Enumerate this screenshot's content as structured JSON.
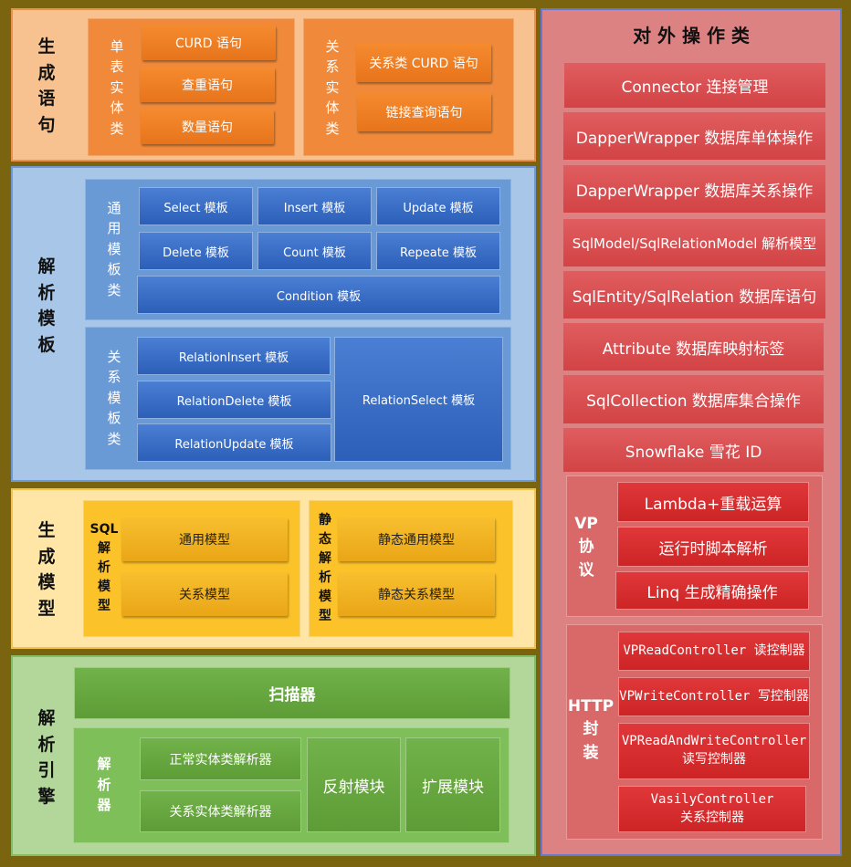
{
  "sections": {
    "generate_statement": {
      "title": [
        "生",
        "成",
        "语",
        "句"
      ],
      "single_entity": {
        "label": [
          "单",
          "表",
          "实",
          "体",
          "类"
        ],
        "buttons": [
          "CURD 语句",
          "查重语句",
          "数量语句"
        ]
      },
      "relation_entity": {
        "label": [
          "关",
          "系",
          "实",
          "体",
          "类"
        ],
        "buttons": [
          "关系类 CURD 语句",
          "链接查询语句"
        ]
      }
    },
    "parse_template": {
      "title": [
        "解",
        "析",
        "模",
        "板"
      ],
      "common": {
        "label": [
          "通",
          "用",
          "模",
          "板",
          "类"
        ],
        "buttons": [
          "Select 模板",
          "Insert 模板",
          "Update 模板",
          "Delete 模板",
          "Count 模板",
          "Repeate 模板",
          "Condition 模板"
        ]
      },
      "relation": {
        "label": [
          "关",
          "系",
          "模",
          "板",
          "类"
        ],
        "buttons": [
          "RelationInsert 模板",
          "RelationDelete 模板",
          "RelationUpdate 模板",
          "RelationSelect 模板"
        ]
      }
    },
    "generate_model": {
      "title": [
        "生",
        "成",
        "模",
        "型"
      ],
      "sql": {
        "label": [
          "SQL",
          "解",
          "析",
          "模",
          "型"
        ],
        "buttons": [
          "通用模型",
          "关系模型"
        ]
      },
      "static": {
        "label": [
          "静",
          "态",
          "解",
          "析",
          "模",
          "型"
        ],
        "buttons": [
          "静态通用模型",
          "静态关系模型"
        ]
      }
    },
    "parse_engine": {
      "title": [
        "解",
        "析",
        "引",
        "擎"
      ],
      "scanner": "扫描器",
      "parser": {
        "label": [
          "解",
          "析",
          "器"
        ],
        "buttons": [
          "正常实体类解析器",
          "关系实体类解析器"
        ]
      },
      "reflection": "反射模块",
      "extension": "扩展模块"
    }
  },
  "external": {
    "title": "对 外 操 作 类",
    "items": [
      "Connector  连接管理",
      "DapperWrapper  数据库单体操作",
      "DapperWrapper  数据库关系操作",
      "SqlModel/SqlRelationModel  解析模型",
      "SqlEntity/SqlRelation  数据库语句",
      "Attribute  数据库映射标签",
      "SqlCollection  数据库集合操作",
      "Snowflake 雪花 ID"
    ],
    "vp": {
      "label": [
        "VP",
        "协",
        "议"
      ],
      "items": [
        "Lambda+重载运算",
        "运行时脚本解析",
        "Linq 生成精确操作"
      ]
    },
    "http": {
      "label": [
        "HTTP",
        "封",
        "装"
      ],
      "items": [
        [
          "VPReadController 读控制器"
        ],
        [
          "VPWriteController 写控制器"
        ],
        [
          "VPReadAndWriteController",
          "读写控制器"
        ],
        [
          "VasilyController",
          "关系控制器"
        ]
      ]
    }
  },
  "colors": {
    "background": "#7a6410",
    "orange": "#f08a3a",
    "blue": "#2c5fb8",
    "yellow": "#fcc22a",
    "green": "#72b24a",
    "red": "#cd2426"
  }
}
